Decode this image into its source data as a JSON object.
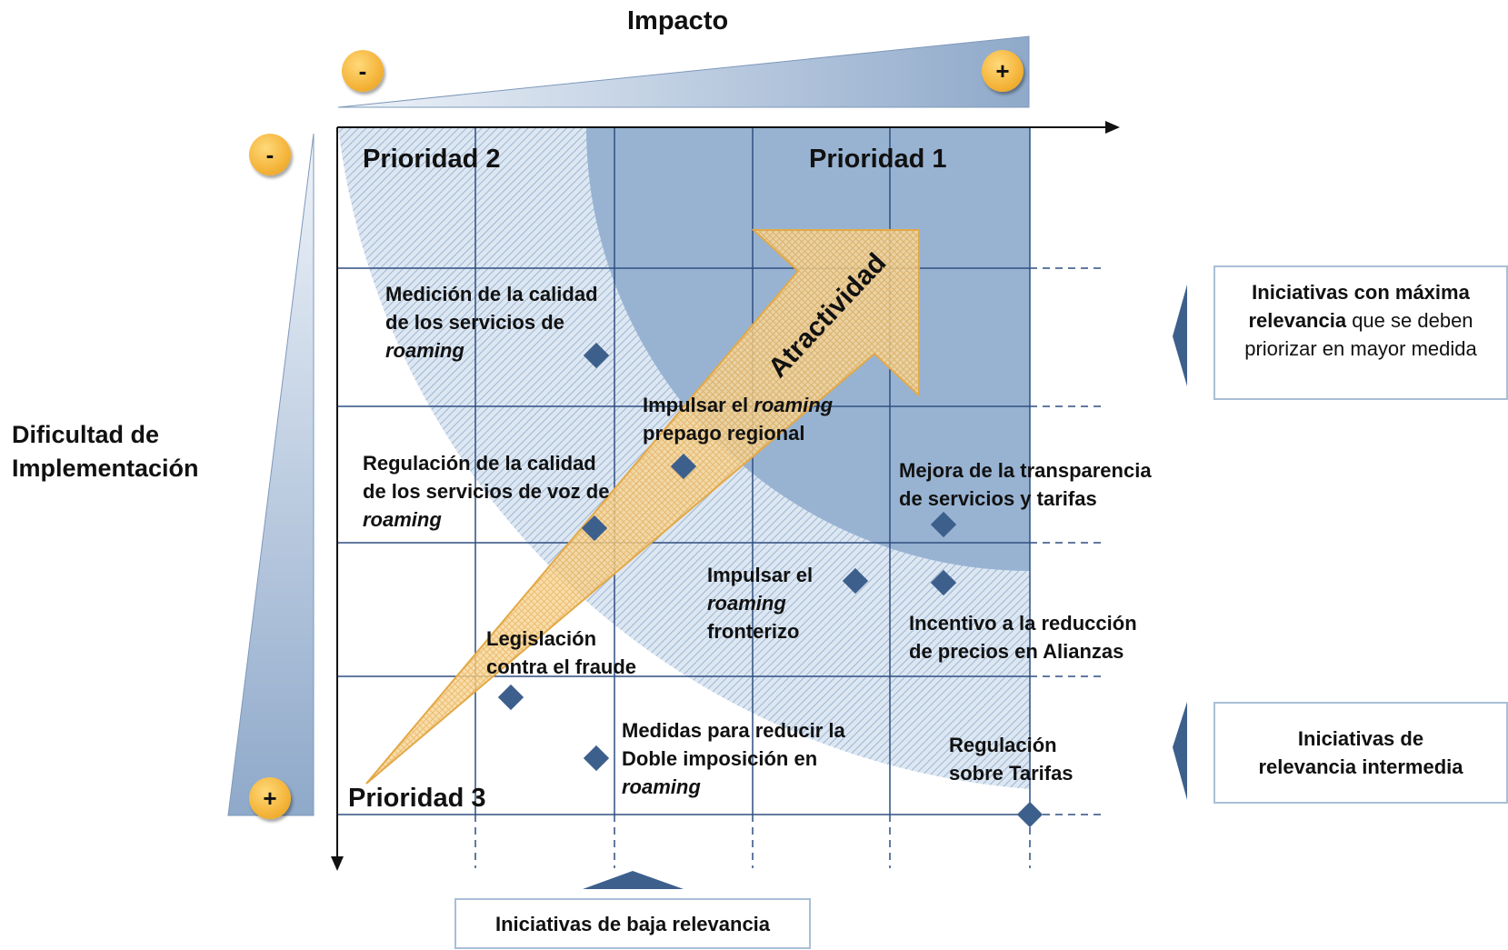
{
  "axes": {
    "x_title": "Impacto",
    "y_title_line1": "Dificultad de",
    "y_title_line2": "Implementación",
    "x_min_badge": "-",
    "x_max_badge": "+",
    "y_min_badge": "-",
    "y_max_badge": "+"
  },
  "zones": {
    "priority1": "Prioridad 1",
    "priority2": "Prioridad 2",
    "priority3": "Prioridad 3",
    "arrow_label": "Atractividad"
  },
  "initiatives": [
    {
      "l1": "Medición de la calidad",
      "l2": "de los servicios de",
      "l3": "roaming"
    },
    {
      "l1": "Impulsar el ",
      "l1b": "roaming",
      "l2": "prepago regional"
    },
    {
      "l1": "Regulación de la calidad",
      "l2": "de los servicios de voz de",
      "l3": "roaming"
    },
    {
      "l1": "Mejora de la transparencia",
      "l2": "de servicios y tarifas"
    },
    {
      "l1": "Impulsar el",
      "l2": "roaming",
      "l3": "fronterizo"
    },
    {
      "l1": "Incentivo a la reducción",
      "l2": "de precios en Alianzas"
    },
    {
      "l1": "Legislación",
      "l2": "contra el fraude"
    },
    {
      "l1": "Medidas para reducir la",
      "l2": "Doble imposición en",
      "l3": "roaming"
    },
    {
      "l1": "Regulación",
      "l2": "sobre Tarifas"
    }
  ],
  "callouts": {
    "high_bold": "Iniciativas con máxima relevancia",
    "high_rest": " que se deben priorizar en mayor medida",
    "mid_l1": "Iniciativas de",
    "mid_l2": "relevancia intermedia",
    "low": "Iniciativas de baja relevancia"
  },
  "colors": {
    "priority1_fill": "#98b3d2",
    "hatch": "#c7d7e9",
    "marker": "#3d5f8c",
    "arrow": "#f5c97a",
    "badge": "#f4b43a",
    "grid": "#2f4f80"
  }
}
